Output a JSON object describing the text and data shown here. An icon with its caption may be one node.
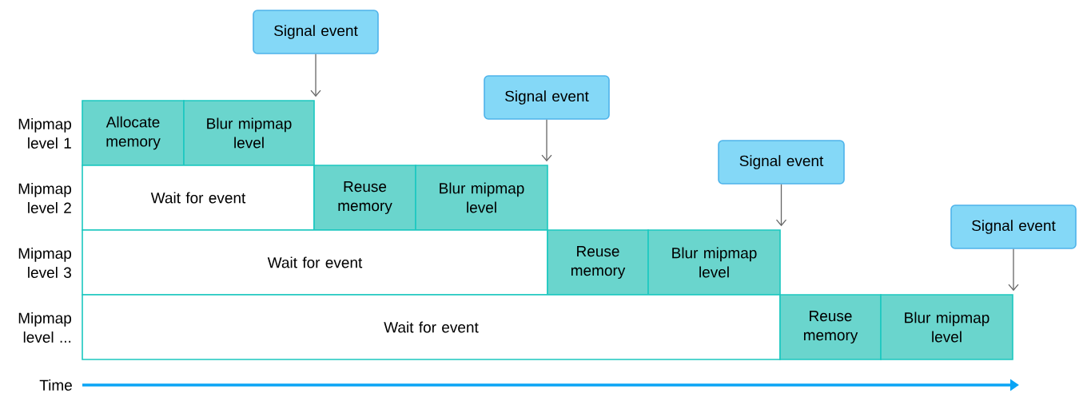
{
  "diagram": {
    "nodes": [
      {
        "text": [
          "Signal event"
        ]
      },
      {
        "text": [
          "Allocate memory"
        ]
      },
      {
        "text": [
          "Blur mipmap level"
        ]
      },
      {
        "text": [
          "Signal event"
        ]
      },
      {
        "text": [
          "Wait for event"
        ]
      },
      {
        "text": [
          "Reuse memory"
        ]
      },
      {
        "text": [
          "Blur mipmap level"
        ]
      },
      {
        "text": [
          "Signal event"
        ]
      },
      {
        "text": [
          "Wait for event"
        ]
      },
      {
        "text": [
          "Reuse memory"
        ]
      },
      {
        "text": [
          "Blur mipmap level"
        ]
      },
      {
        "text": [
          "Signal event"
        ]
      },
      {
        "text": [
          "Wait for event"
        ]
      },
      {
        "text": [
          "Reuse memory"
        ]
      },
      {
        "text": [
          "Blur mipmap level"
        ]
      }
    ],
    "edges": [
      {
        "from": 0,
        "to": 2,
        "arrow": "to"
      },
      {
        "from": 3,
        "to": 6,
        "arrow": "to"
      },
      {
        "from": 7,
        "to": 10,
        "arrow": "to"
      },
      {
        "from": 11,
        "to": 14,
        "arrow": "to"
      }
    ],
    "labels": [
      "Mipmap level 1",
      "Mipmap level 2",
      "Mipmap level 3",
      "Mipmap level ...",
      "Time"
    ]
  }
}
